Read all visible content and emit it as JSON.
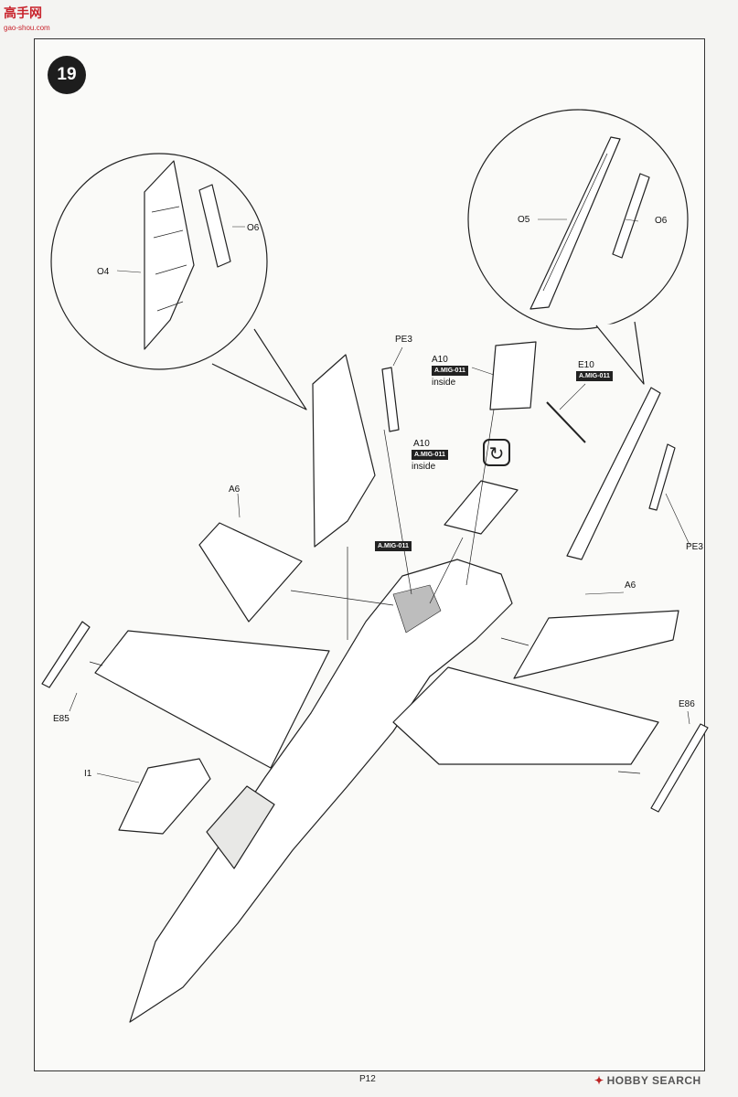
{
  "watermark": {
    "text": "高手网",
    "url_text": "gao-shou.com"
  },
  "step": {
    "number": "19"
  },
  "labels": {
    "o4": "O4",
    "o6_left": "O6",
    "o5": "O5",
    "o6_right": "O6",
    "pe3_top": "PE3",
    "pe3_right": "PE3",
    "a10_top": "A10",
    "a10_top_note": "inside",
    "a10_mid": "A10",
    "a10_mid_note": "inside",
    "e10": "E10",
    "a6_left": "A6",
    "a6_right": "A6",
    "e85": "E85",
    "e86": "E86",
    "i1": "I1"
  },
  "tags": {
    "a10_top": "A.MIG-011",
    "e10": "A.MIG-011",
    "a10_mid": "A.MIG-011",
    "fuselage": "A.MIG-011"
  },
  "footer": {
    "page": "P12",
    "brand": "HOBBY SEARCH",
    "brand_icon": "hobby-search-logo-icon"
  }
}
